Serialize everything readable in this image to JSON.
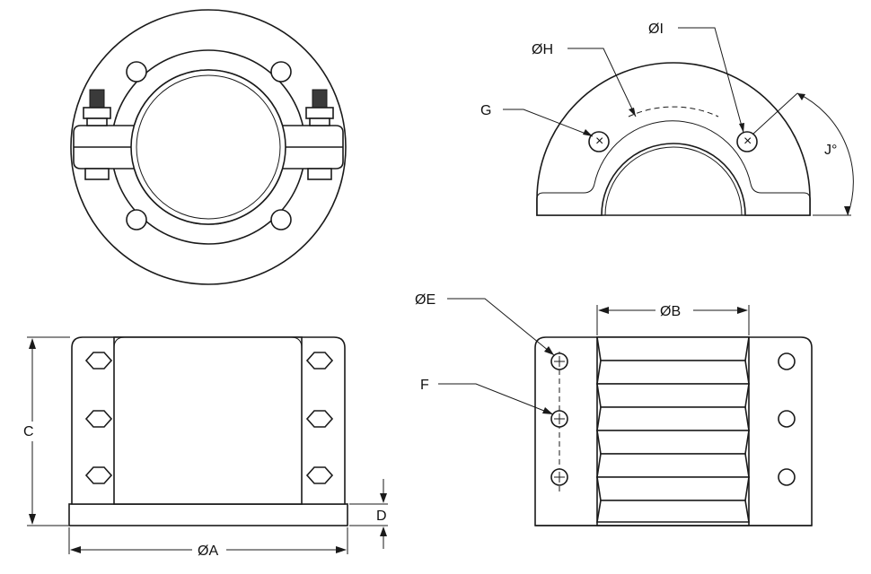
{
  "labels": {
    "A": "ØA",
    "B": "ØB",
    "C": "C",
    "D": "D",
    "E": "ØE",
    "F": "F",
    "G": "G",
    "H": "ØH",
    "I": "ØI",
    "J": "J°"
  }
}
